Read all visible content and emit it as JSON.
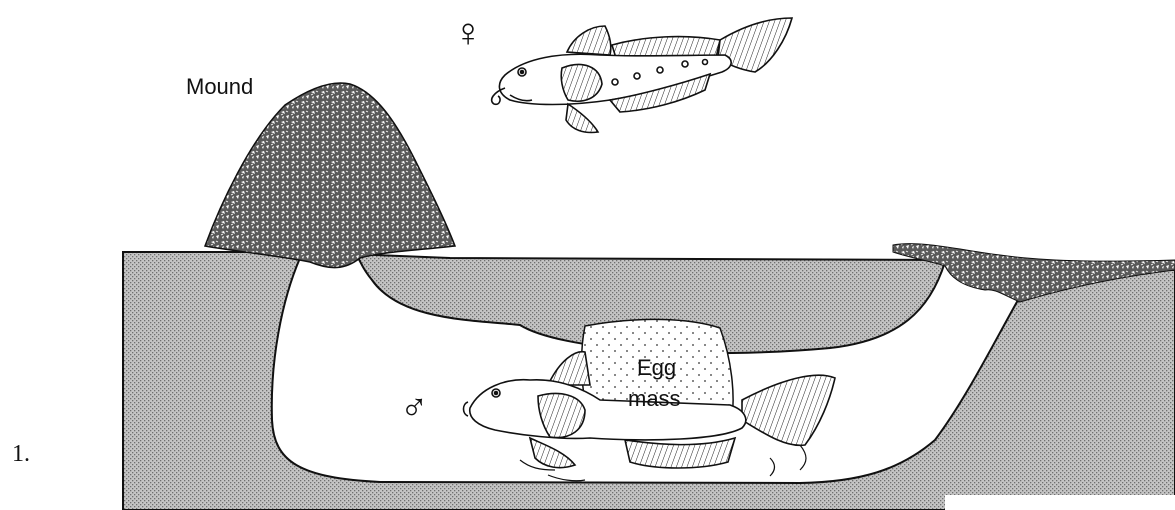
{
  "item_number": "1.",
  "labels": {
    "mound": "Mound",
    "female_symbol": "♀",
    "male_symbol": "♂",
    "egg_line1": "Egg",
    "egg_line2": "mass"
  },
  "colors": {
    "ink": "#111111",
    "sediment": "#b9b9b9",
    "burrow": "#ffffff",
    "mound_fill": "#3a3a3a"
  }
}
